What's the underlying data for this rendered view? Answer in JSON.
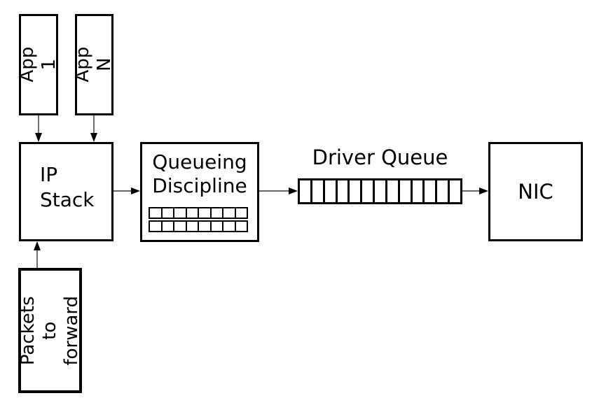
{
  "nodes": {
    "app1": {
      "label": "App 1"
    },
    "appn": {
      "label": "App N"
    },
    "ip_stack": {
      "label": "IP\nStack"
    },
    "queueing_discipline": {
      "label": "Queueing\nDiscipline",
      "queue_rows": 2,
      "queue_cols_per_row": 8
    },
    "driver_queue": {
      "label": "Driver Queue",
      "cell_count": 13
    },
    "nic": {
      "label": "NIC"
    },
    "packets_to_forward": {
      "label": "Packets to\nforward"
    }
  },
  "connections": [
    {
      "from": "app1",
      "to": "ip_stack",
      "direction": "down"
    },
    {
      "from": "appn",
      "to": "ip_stack",
      "direction": "down"
    },
    {
      "from": "packets_to_forward",
      "to": "ip_stack",
      "direction": "up"
    },
    {
      "from": "ip_stack",
      "to": "queueing_discipline",
      "direction": "right"
    },
    {
      "from": "queueing_discipline",
      "to": "driver_queue",
      "direction": "right"
    },
    {
      "from": "driver_queue",
      "to": "nic",
      "direction": "right"
    }
  ],
  "colors": {
    "border": "#000000",
    "fill": "#ffffff",
    "text": "#000000",
    "arrow": "#333333"
  }
}
